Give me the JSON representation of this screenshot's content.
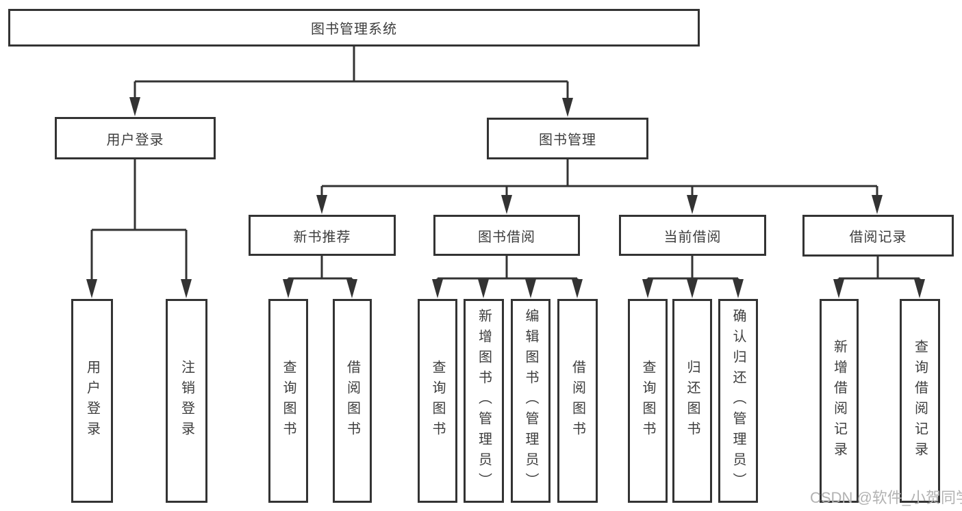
{
  "diagram": {
    "title": "图书管理系统",
    "root": {
      "label": "图书管理系统"
    },
    "level2": [
      {
        "id": "user-login",
        "label": "用户登录"
      },
      {
        "id": "book-management",
        "label": "图书管理"
      }
    ],
    "level3": [
      {
        "id": "new-book-recommend",
        "parent": "book-management",
        "label": "新书推荐"
      },
      {
        "id": "book-borrow",
        "parent": "book-management",
        "label": "图书借阅"
      },
      {
        "id": "current-borrow",
        "parent": "book-management",
        "label": "当前借阅"
      },
      {
        "id": "borrow-records",
        "parent": "book-management",
        "label": "借阅记录"
      }
    ],
    "leaves": [
      {
        "parent": "user-login",
        "label": "用户登录"
      },
      {
        "parent": "user-login",
        "label": "注销登录"
      },
      {
        "parent": "new-book-recommend",
        "label": "查询图书"
      },
      {
        "parent": "new-book-recommend",
        "label": "借阅图书"
      },
      {
        "parent": "book-borrow",
        "label": "查询图书"
      },
      {
        "parent": "book-borrow",
        "label": "新增图书（管理员）"
      },
      {
        "parent": "book-borrow",
        "label": "编辑图书（管理员）"
      },
      {
        "parent": "book-borrow",
        "label": "借阅图书"
      },
      {
        "parent": "current-borrow",
        "label": "查询图书"
      },
      {
        "parent": "current-borrow",
        "label": "归还图书"
      },
      {
        "parent": "current-borrow",
        "label": "确认归还（管理员）"
      },
      {
        "parent": "borrow-records",
        "label": "新增借阅记录"
      },
      {
        "parent": "borrow-records",
        "label": "查询借阅记录"
      }
    ]
  },
  "watermark": "CSDN @软件_小贺同学",
  "colors": {
    "line": "#333333",
    "text": "#3d3d3d",
    "background": "#ffffff",
    "watermark": "#b2b2b2"
  }
}
